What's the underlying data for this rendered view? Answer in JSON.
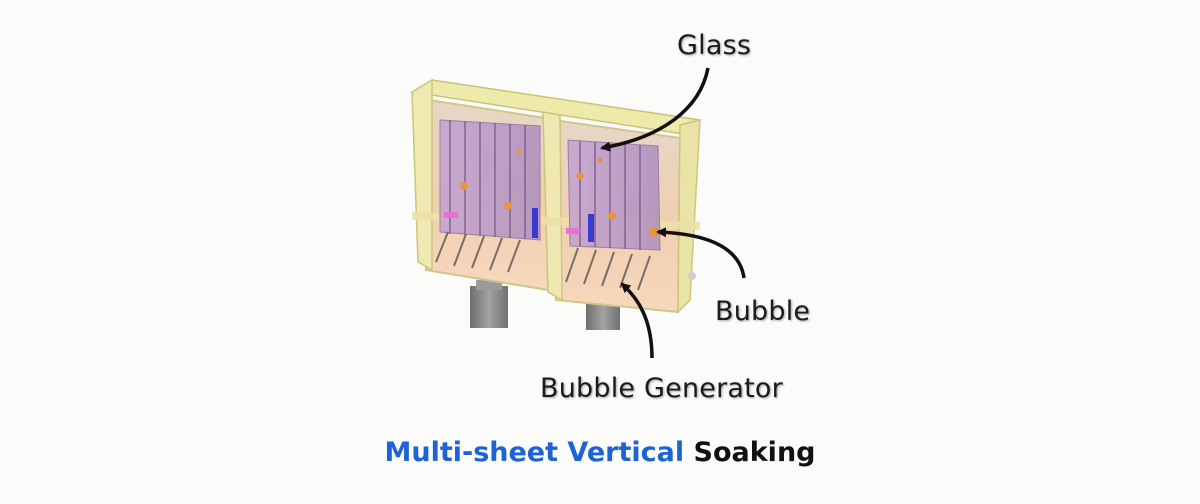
{
  "labels": {
    "glass": "Glass",
    "bubble": "Bubble",
    "bubble_generator": "Bubble Generator"
  },
  "caption": {
    "highlight": "Multi-sheet Vertical",
    "rest": "Soaking"
  },
  "colors": {
    "caption_highlight": "#1e63d6",
    "caption_text": "#111111",
    "tank_frame": "#ece6a8",
    "tank_fill": "#f0c9a8",
    "glass_sheets": "#b99ac8",
    "bubble_markers": "#e8943a",
    "support_columns": "#8c8c8c"
  }
}
